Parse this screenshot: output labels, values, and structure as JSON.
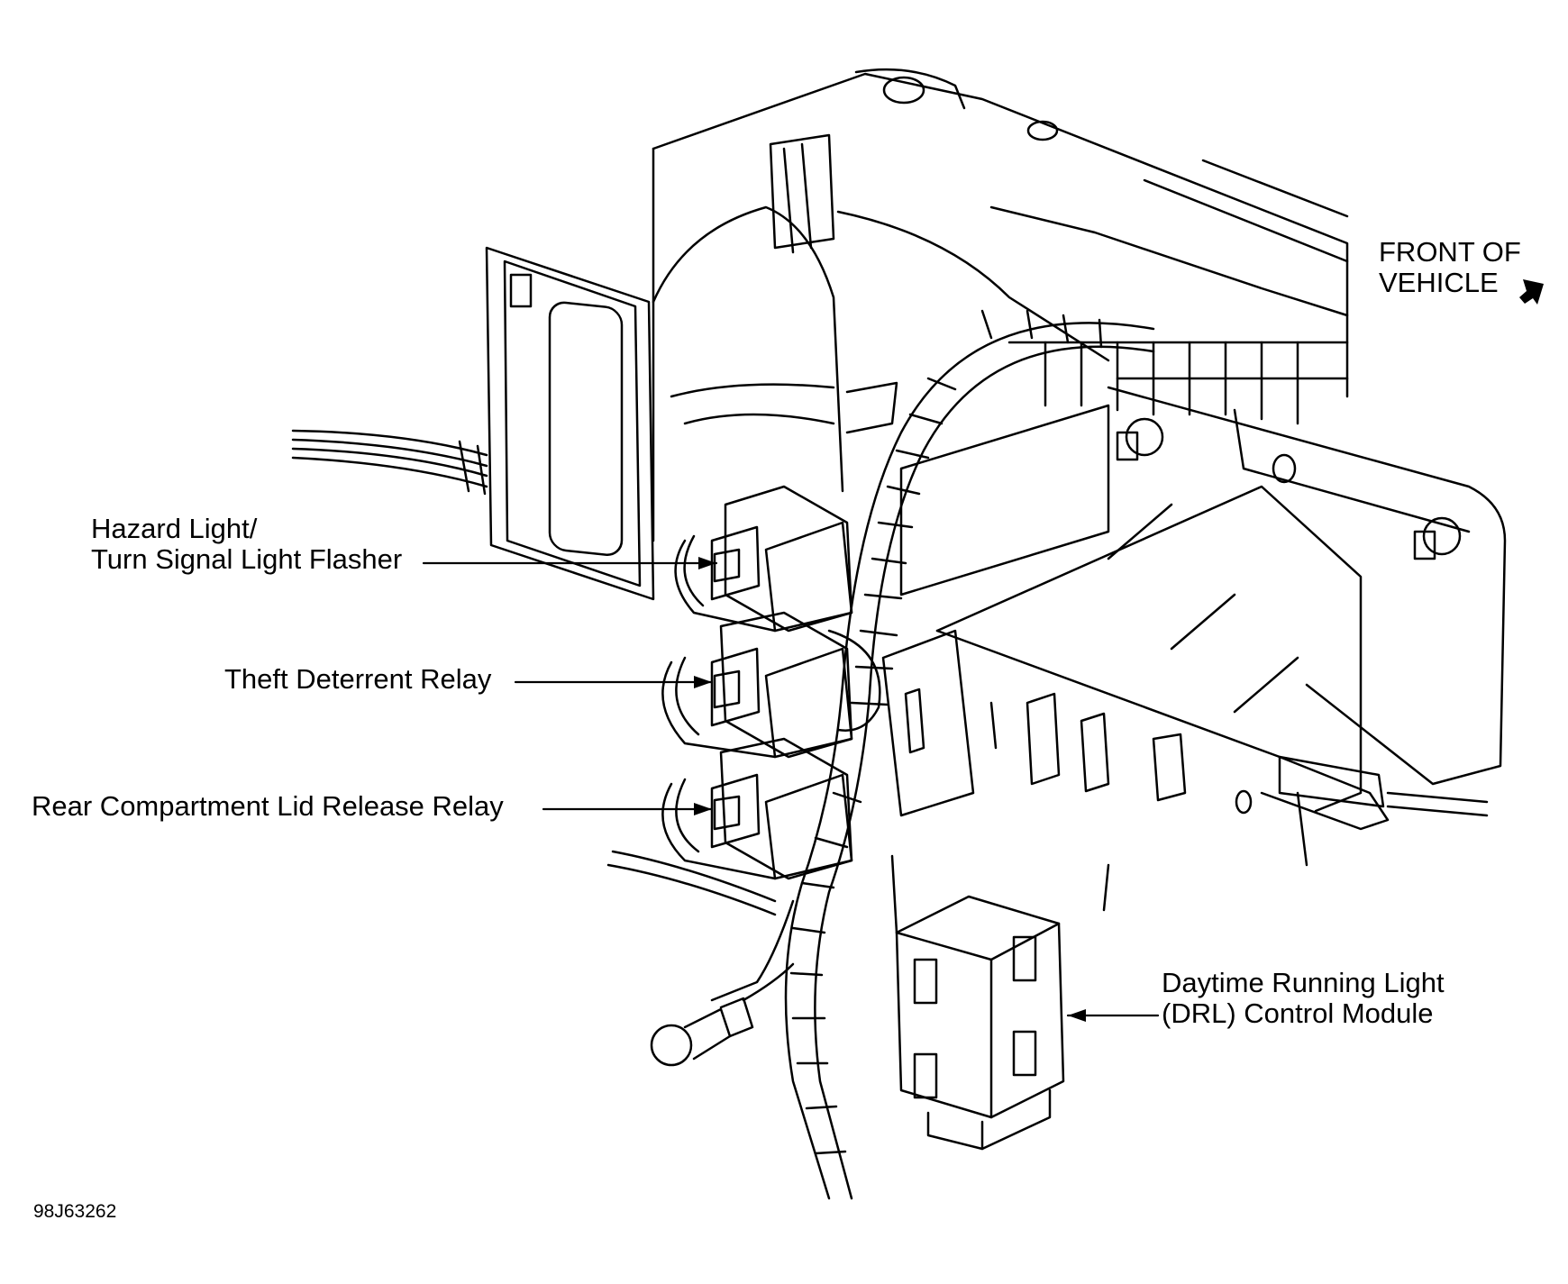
{
  "diagram": {
    "orientation": {
      "line1": "FRONT OF",
      "line2": "VEHICLE",
      "arrow_icon": "front-arrow-icon"
    },
    "callouts": [
      {
        "lines": [
          "Hazard Light/",
          "Turn Signal Light Flasher"
        ]
      },
      {
        "lines": [
          "Theft Deterrent Relay"
        ]
      },
      {
        "lines": [
          "Rear Compartment Lid Release Relay"
        ]
      },
      {
        "lines": [
          "Daytime Running Light",
          "(DRL) Control Module"
        ]
      }
    ],
    "figure_code": "98J63262",
    "colors": {
      "ink": "#000000",
      "paper": "#ffffff"
    }
  }
}
